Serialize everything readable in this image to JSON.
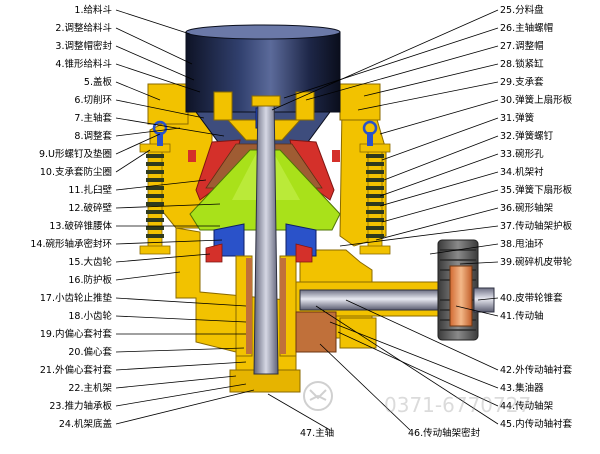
{
  "diagram": {
    "left_labels": [
      "1.给料斗",
      "2.调整给料斗",
      "3.调整帽密封",
      "4.锥形给料斗",
      "5.盖板",
      "6.切削环",
      "7.主轴套",
      "8.调整套",
      "9.U形螺钉及垫圈",
      "10.支承套防尘圈",
      "11.扎臼壁",
      "12.破碎壁",
      "13.破碎锥腰体",
      "14.碗形轴承密封环",
      "15.大齿轮",
      "16.防护板",
      "17.小齿轮止推垫",
      "18.小齿轮",
      "19.内偏心套衬套",
      "20.偏心套",
      "21.外偏心套衬套",
      "22.主机架",
      "23.推力轴承板",
      "24.机架底盖"
    ],
    "right_labels": [
      "25.分料盘",
      "26.主轴螺帽",
      "27.调整帽",
      "28.锁紧缸",
      "29.支承套",
      "30.弹簧上扇形板",
      "31.弹簧",
      "32.弹簧螺钉",
      "33.碗形孔",
      "34.机架衬",
      "35.弹簧下扇形板",
      "36.碗形轴架",
      "37.传动轴架护板",
      "38.甩油环",
      "39.碗碎机皮带轮",
      "40.皮带轮锥套",
      "41.传动轴",
      "42.外传动轴衬套",
      "43.集油器",
      "44.传动轴架",
      "45.内传动轴衬套"
    ],
    "bottom_labels": [
      "47.主轴",
      "46.传动轴架密封"
    ],
    "watermark_text": "0371-6770727",
    "colors": {
      "frame": "#f2c200",
      "frame_dark": "#c99100",
      "hopper_dark": "#1b2340",
      "green": "#a9e11a",
      "red": "#d4302a",
      "blue": "#2a52c9",
      "spring": "#2f3a1e",
      "shaft": "#8d8fa6",
      "copper": "#c0703a",
      "belt": "#5e5e5e"
    }
  }
}
